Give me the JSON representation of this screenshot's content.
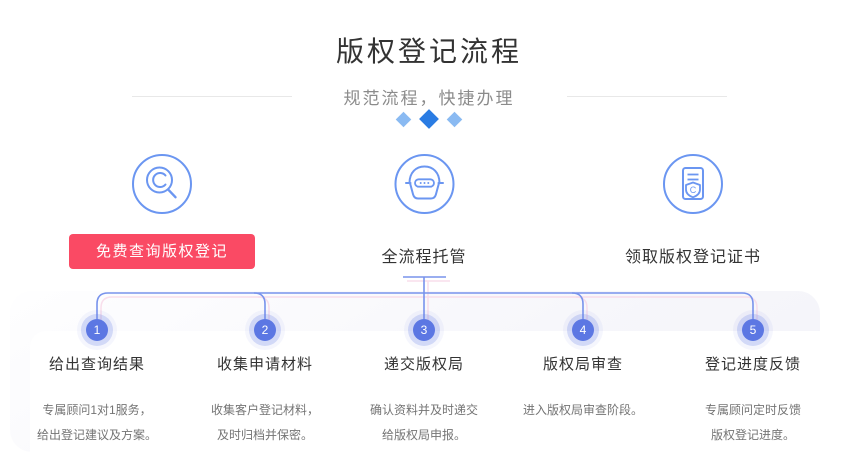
{
  "header": {
    "title": "版权登记流程",
    "subtitle": "规范流程，快捷办理"
  },
  "colors": {
    "accent_blue": "#6b96f1",
    "connector_blue": "#7893ec",
    "connector_pink_shadow": "#f7d4e6",
    "badge_blue": "#5c77e3",
    "button_red": "#fa4a64",
    "diamond_light": "#8abaf2",
    "diamond_dark": "#2a7ce3"
  },
  "features": [
    {
      "icon": "search-copyright-icon",
      "label": "免费查询版权登记"
    },
    {
      "icon": "hosting-icon",
      "label": "全流程托管"
    },
    {
      "icon": "certificate-icon",
      "label": "领取版权登记证书"
    }
  ],
  "steps": [
    {
      "num": "1",
      "title": "给出查询结果",
      "desc_lines": [
        "专属顾问1对1服务，",
        "给出登记建议及方案。"
      ]
    },
    {
      "num": "2",
      "title": "收集申请材料",
      "desc_lines": [
        "收集客户登记材料，",
        "及时归档并保密。"
      ]
    },
    {
      "num": "3",
      "title": "递交版权局",
      "desc_lines": [
        "确认资料并及时递交",
        "给版权局申报。"
      ]
    },
    {
      "num": "4",
      "title": "版权局审查",
      "desc_lines": [
        "进入版权局审查阶段。"
      ]
    },
    {
      "num": "5",
      "title": "登记进度反馈",
      "desc_lines": [
        "专属顾问定时反馈",
        "版权登记进度。"
      ]
    }
  ]
}
